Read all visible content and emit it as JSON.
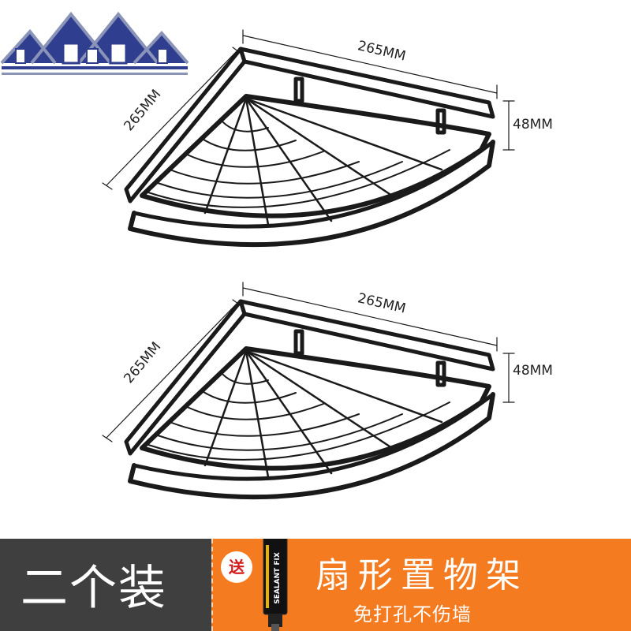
{
  "logo": {
    "icon": "house-roofs-icon"
  },
  "shelves": [
    {
      "width_label": "265MM",
      "depth_label": "265MM",
      "height_label": "48MM"
    },
    {
      "width_label": "265MM",
      "depth_label": "265MM",
      "height_label": "48MM"
    }
  ],
  "banner": {
    "quantity": "二个装",
    "gift_badge": "送",
    "gift_item": {
      "icon": "sealant-tube-icon",
      "label": "SEALANT FIX"
    },
    "product_name": "扇形置物架",
    "subtitle": "免打孔不伤墙",
    "colors": {
      "dark": "#3f3f3f",
      "accent": "#f47b20",
      "badge_text": "#d11a1a"
    }
  }
}
